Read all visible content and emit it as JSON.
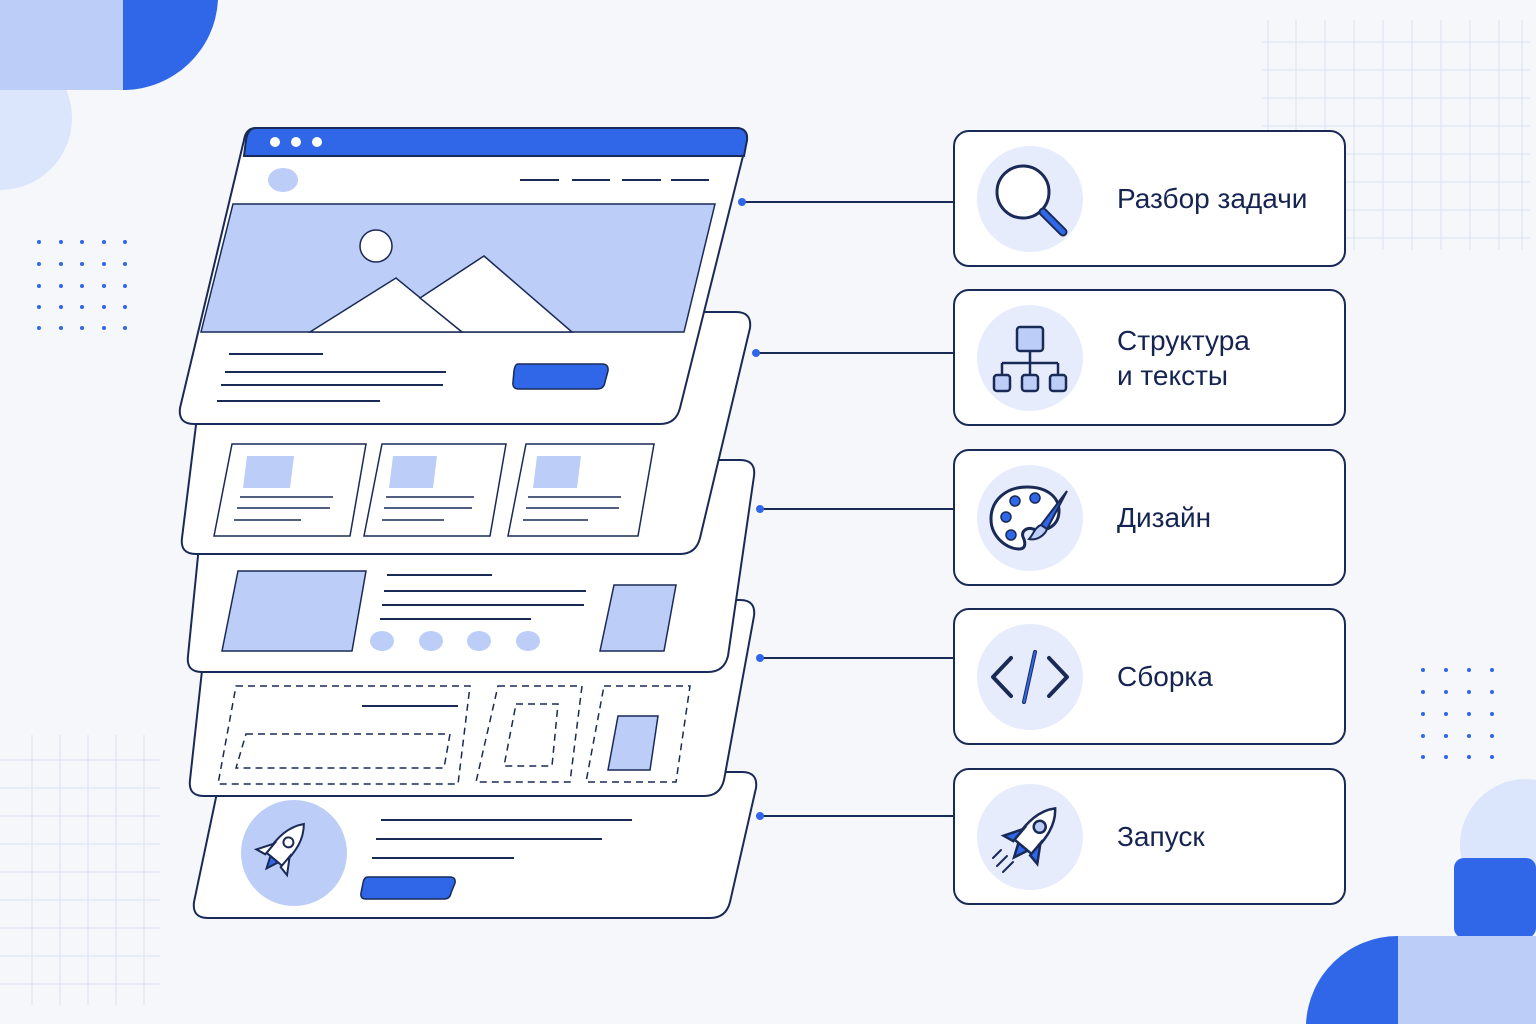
{
  "colors": {
    "accent": "#2f67e8",
    "accent_light": "#bccdf8",
    "accent_pale": "#e6ecfc",
    "outline": "#1a2a56",
    "background": "#f5f7fb"
  },
  "steps": [
    {
      "label": "Разбор задачи",
      "icon": "magnifier-icon"
    },
    {
      "label": "Структура\nи тексты",
      "icon": "hierarchy-icon"
    },
    {
      "label": "Дизайн",
      "icon": "palette-icon"
    },
    {
      "label": "Сборка",
      "icon": "code-icon"
    },
    {
      "label": "Запуск",
      "icon": "rocket-icon"
    }
  ]
}
